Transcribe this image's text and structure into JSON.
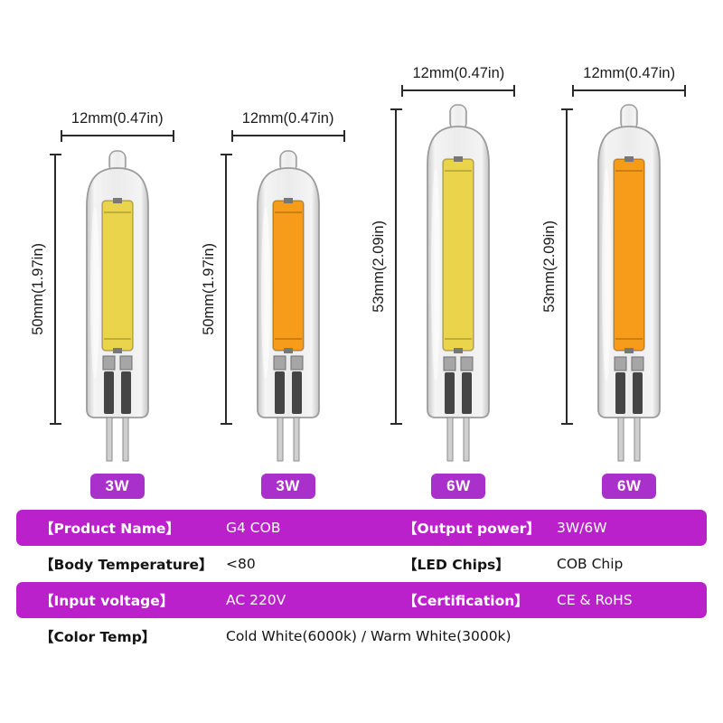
{
  "bulbs": [
    {
      "width_label": "12mm(0.47in)",
      "height_label": "50mm(1.97in)",
      "power": "3W",
      "chip_color": "#e9d44b",
      "chip_tone": "cold-white",
      "size": "short"
    },
    {
      "width_label": "12mm(0.47in)",
      "height_label": "50mm(1.97in)",
      "power": "3W",
      "chip_color": "#f79c1a",
      "chip_tone": "warm-white",
      "size": "short"
    },
    {
      "width_label": "12mm(0.47in)",
      "height_label": "53mm(2.09in)",
      "power": "6W",
      "chip_color": "#e9d44b",
      "chip_tone": "cold-white",
      "size": "tall"
    },
    {
      "width_label": "12mm(0.47in)",
      "height_label": "53mm(2.09in)",
      "power": "6W",
      "chip_color": "#f79c1a",
      "chip_tone": "warm-white",
      "size": "tall"
    }
  ],
  "spec_table": {
    "rows": [
      {
        "theme": "purple",
        "cells": [
          {
            "text": "【Product Name】"
          },
          {
            "text": "G4 COB"
          },
          {
            "text": "【Output power】"
          },
          {
            "text": "3W/6W"
          }
        ]
      },
      {
        "theme": "white",
        "cells": [
          {
            "text": "【Body Temperature】"
          },
          {
            "text": "<80"
          },
          {
            "text": "【LED Chips】"
          },
          {
            "text": "COB Chip"
          }
        ]
      },
      {
        "theme": "purple",
        "cells": [
          {
            "text": "【Input voltage】"
          },
          {
            "text": "AC 220V"
          },
          {
            "text": "【Certification】"
          },
          {
            "text": "CE & RoHS"
          }
        ]
      },
      {
        "theme": "white",
        "cells": [
          {
            "text": "【Color Temp】"
          },
          {
            "text": "Cold White(6000k) / Warm White(3000k)"
          }
        ]
      }
    ]
  },
  "colors": {
    "accent_badge": "#aa30cc",
    "accent_row": "#bb21cb",
    "chip_cold": "#e9d44b",
    "chip_warm": "#f79c1a",
    "background": "#ffffff"
  }
}
